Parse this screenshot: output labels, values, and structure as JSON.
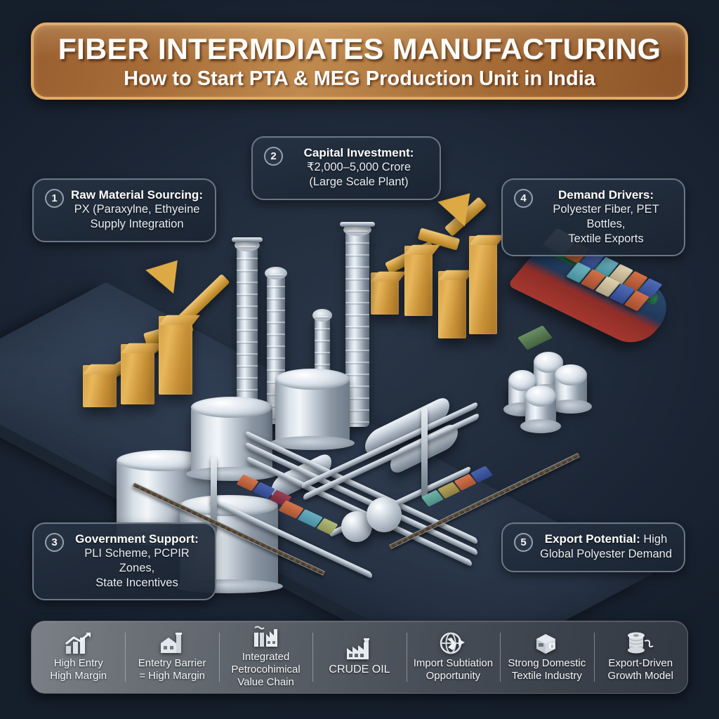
{
  "banner": {
    "title": "FIBER INTERMDIATES MANUFACTURING",
    "subtitle": "How to Start PTA & MEG Production Unit in India"
  },
  "colors": {
    "background_top": "#141d2b",
    "background_mid": "#1b2636",
    "banner_fill": "#a66c38",
    "banner_border": "#e2ab66",
    "callout_border": "#6b7685",
    "callout_fill": "#26323f",
    "gold_accent": "#d9a443",
    "steel": "#c8d2dc",
    "platform": "#2e3b4f"
  },
  "callouts": [
    {
      "number": "1",
      "heading": "Raw Material Sourcing:",
      "body": "PX (Paraxylne, Ethyeine\nSupply Integration"
    },
    {
      "number": "2",
      "heading": "Capital Investment:",
      "body": "₹2,000–5,000 Crore\n(Large Scale Plant)"
    },
    {
      "number": "3",
      "heading": "Government Support:",
      "body": "PLI Scheme, PCPIR Zones,\nState Incentives"
    },
    {
      "number": "4",
      "heading": "Demand Drivers:",
      "body": "Polyester Fiber, PET Bottles,\nTextile Exports"
    },
    {
      "number": "5",
      "heading": "Export Potential:",
      "body": " High\nGlobal Polyester Demand"
    }
  ],
  "features": [
    {
      "icon": "growth-chart-icon",
      "label": "High Entry\nHigh Margin"
    },
    {
      "icon": "factory-house-icon",
      "label": "Entetry Barrier\n= High Margin"
    },
    {
      "icon": "smokestack-factory-icon",
      "label": "Integrated\nPetrocohimical\nValue Chain"
    },
    {
      "icon": "factory-icon",
      "label": "CRUDE OIL"
    },
    {
      "icon": "globe-arrow-icon",
      "label": "Import Subtiation\nOpportunity"
    },
    {
      "icon": "package-box-icon",
      "label": "Strong Domestic\nTextile Industry"
    },
    {
      "icon": "thread-spool-icon",
      "label": "Export-Driven\nGrowth Model"
    }
  ],
  "scene": {
    "description": "Isometric 3D petrochemical plant on a raised platform",
    "elements": [
      "storage-tanks",
      "distillation-columns",
      "horizontal-vessels",
      "pipe-racks",
      "sphere-tanks",
      "gold-bar-chart",
      "growth-arrow",
      "container-ship",
      "railway-track",
      "shipping-containers"
    ],
    "bar_chart_heights": [
      58,
      96,
      132,
      176
    ],
    "container_colors": [
      "#c4643f",
      "#3f5aa8",
      "#8e3b4e",
      "#5fa3b4",
      "#a89a4e",
      "#9fae6a",
      "#3e7d5e"
    ]
  }
}
